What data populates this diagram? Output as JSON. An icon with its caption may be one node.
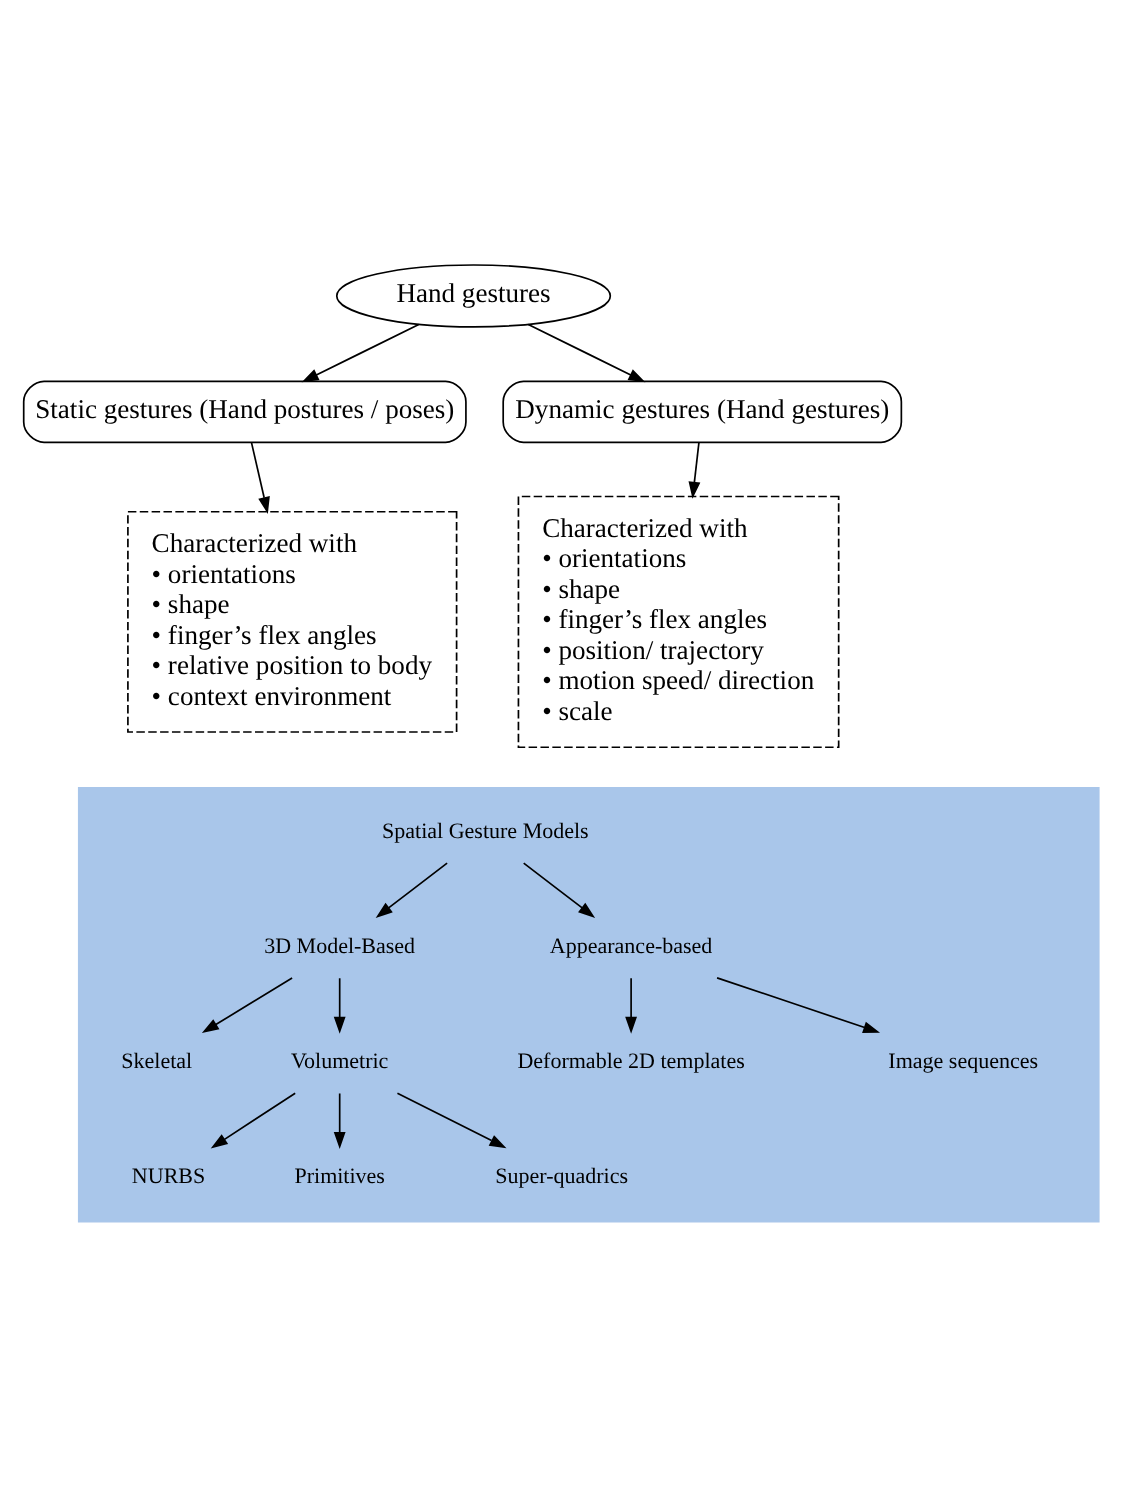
{
  "diagram": {
    "nodes": [
      {
        "text": [
          "Hand gestures"
        ]
      },
      {
        "text": [
          "Static gestures (Hand postures / poses)"
        ]
      },
      {
        "text": [
          "Dynamic gestures (Hand gestures)"
        ]
      },
      {
        "text": [
          "Characterized with",
          "• orientations",
          "• shape",
          "• finger’s flex angles",
          "• relative position to body",
          "• context environment"
        ]
      },
      {
        "text": [
          "Characterized with",
          "• orientations",
          "• shape",
          "• finger’s flex angles",
          "• position/ trajectory",
          "• motion speed/ direction",
          "• scale"
        ]
      },
      {
        "text": [],
        "shape": "box"
      },
      {
        "text": [
          "Spatial Gesture Models"
        ],
        "in": 5
      },
      {
        "text": [
          "3D Model-Based"
        ],
        "in": 5
      },
      {
        "text": [
          "Appearance-based"
        ],
        "in": 5
      },
      {
        "text": [
          "Skeletal"
        ],
        "in": 5
      },
      {
        "text": [
          "Volumetric"
        ],
        "in": 5
      },
      {
        "text": [
          "Deformable 2D templates"
        ],
        "in": 5
      },
      {
        "text": [
          "Image sequences"
        ],
        "in": 5
      },
      {
        "text": [
          "NURBS"
        ],
        "in": 5
      },
      {
        "text": [
          "Primitives"
        ],
        "in": 5
      },
      {
        "text": [
          "Super-quadrics"
        ],
        "in": 5
      }
    ],
    "edges": [
      {
        "from": 0,
        "to": 1,
        "arrow": "to"
      },
      {
        "from": 0,
        "to": 2,
        "arrow": "to"
      },
      {
        "from": 1,
        "to": 3,
        "arrow": "to"
      },
      {
        "from": 2,
        "to": 4,
        "arrow": "to"
      },
      {
        "from": 6,
        "to": 7,
        "arrow": "to"
      },
      {
        "from": 6,
        "to": 8,
        "arrow": "to"
      },
      {
        "from": 7,
        "to": 9,
        "arrow": "to"
      },
      {
        "from": 7,
        "to": 10,
        "arrow": "to"
      },
      {
        "from": 8,
        "to": 11,
        "arrow": "to"
      },
      {
        "from": 8,
        "to": 12,
        "arrow": "to"
      },
      {
        "from": 10,
        "to": 13,
        "arrow": "to"
      },
      {
        "from": 10,
        "to": 14,
        "arrow": "to"
      },
      {
        "from": 10,
        "to": 15,
        "arrow": "to"
      }
    ]
  }
}
